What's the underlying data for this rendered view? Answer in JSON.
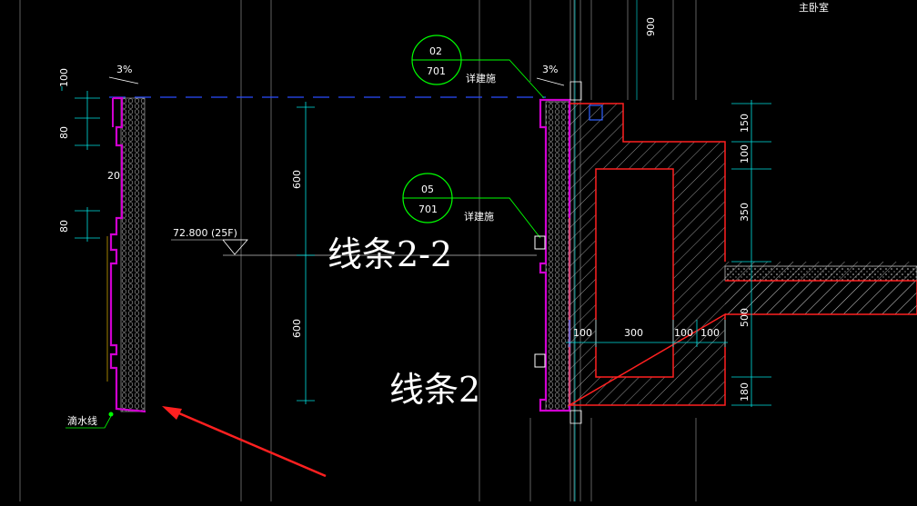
{
  "labels": {
    "room_name": "主卧室",
    "title_section": "线条2-2",
    "title_plan": "线条2",
    "elevation": "72.800 (25F)",
    "drip_line": "滴水线",
    "slope_left": "3%",
    "slope_right": "3%",
    "detail_ref_label": "详建施"
  },
  "callouts": [
    {
      "number": "02",
      "sheet": "701",
      "label": "详建施"
    },
    {
      "number": "05",
      "sheet": "701",
      "label": "详建施"
    }
  ],
  "dims_left": [
    "100",
    "80",
    "20",
    "80"
  ],
  "dims_center": [
    "600",
    "600"
  ],
  "dims_top": [
    "900"
  ],
  "dims_bottom": [
    "100",
    "300",
    "100",
    "100"
  ],
  "dims_right": [
    "150",
    "100",
    "350",
    "500",
    "180"
  ],
  "colors": {
    "background": "#000000",
    "insulation": "#c800c8",
    "concrete_outline": "#ff2020",
    "hatch": "#ffffff",
    "dim_line": "#00ffff",
    "leader": "#00ff00",
    "dashed_line": "#2040ff",
    "arrow": "#ff2020",
    "grid": "#00a0a0"
  }
}
